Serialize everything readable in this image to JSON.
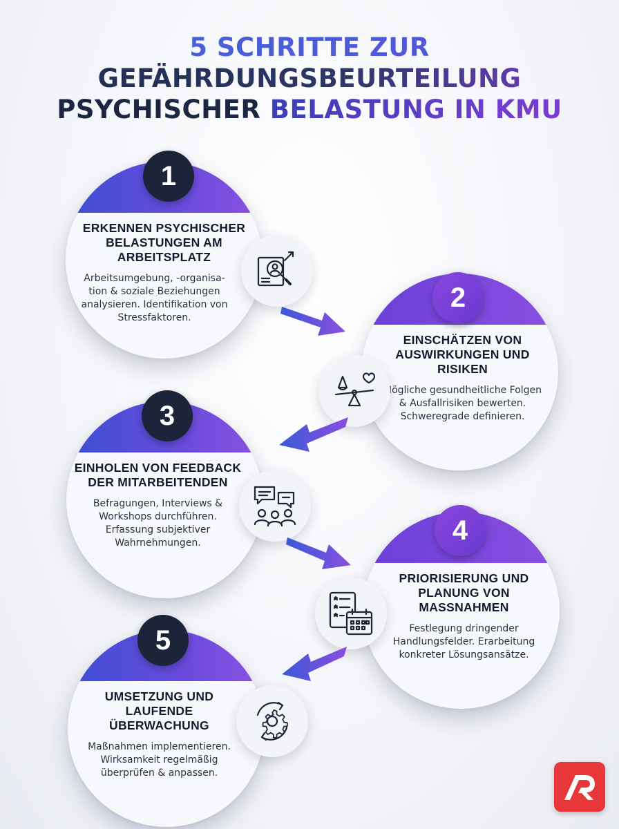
{
  "title": {
    "line1": "5 SCHRITTE ZUR",
    "line2": "GEFÄHRDUNGSBEURTEILUNG",
    "line3a": "PSYCHISCHER",
    "line3b": "BELASTUNG IN KMU"
  },
  "steps": [
    {
      "number": "1",
      "heading": "ERKENNEN PSYCHISCHER BELASTUNGEN AM ARBEITSPLATZ",
      "text": "Arbeitsumgebung, -organisa-tion & soziale Beziehungen analysieren. Identifikation von Stressfaktoren.",
      "icon": "analysis-search-icon"
    },
    {
      "number": "2",
      "heading": "EINSCHÄTZEN VON AUSWIRKUNGEN UND RISIKEN",
      "text": "Mögliche gesundheitliche Folgen & Ausfallrisiken bewerten. Schweregrade definieren.",
      "icon": "balance-scale-icon"
    },
    {
      "number": "3",
      "heading": "EINHOLEN VON FEEDBACK DER MITARBEITENDEN",
      "text": "Befragungen, Interviews & Workshops durchführen. Erfassung subjektiver Wahrnehmungen.",
      "icon": "team-feedback-icon"
    },
    {
      "number": "4",
      "heading": "PRIORISIERUNG UND PLANUNG VON MASSNAHMEN",
      "text": "Festlegung dringender Handlungsfelder. Erarbeitung konkreter Lösungsansätze.",
      "icon": "checklist-calendar-icon"
    },
    {
      "number": "5",
      "heading": "UMSETZUNG UND LAUFENDE ÜBERWACHUNG",
      "text": "Maßnahmen implementieren. Wirksamkeit regelmäßig überprüfen & anpassen.",
      "icon": "gear-cycle-icon"
    }
  ],
  "colors": {
    "dark_badge": "#1b2438",
    "purple_badge": "#7a40d8",
    "cap_blue": "#3d4fd4",
    "cap_purple": "#8b52e0",
    "logo_red": "#e8373a"
  },
  "logo": {
    "icon": "ar-logo-icon"
  }
}
